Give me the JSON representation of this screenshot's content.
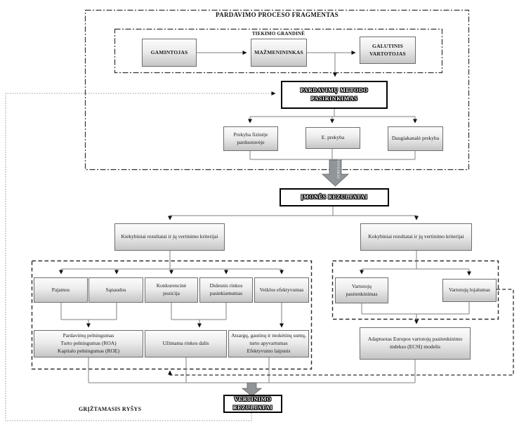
{
  "title": "PARDAVIMO PROCESO FRAGMENTAS",
  "supply_chain": {
    "label": "TIEKIMO GRANDINĖ",
    "producer": "GAMINTOJAS",
    "retailer": "MAŽMENININKAS",
    "consumer": "GALUTINIS VARTOTOJAS"
  },
  "method_selection": {
    "label": "PARDAVIMŲ METODO PASIRINKIMAS"
  },
  "channels": [
    "Prekyba fizinėje parduotuvėje",
    "E. prekyba",
    "Daugiakanalė prekyba"
  ],
  "impact_arrow_label": "POVEIKIS",
  "company_results": {
    "label": "ĮMONĖS REZULTATAI"
  },
  "branches": {
    "quantitative_label": "Kiekybiniai rezultatai ir jų vertinimo kriterijai",
    "qualitative_label": "Kokybiniai rezultatai ir jų vertinimo kriterijai"
  },
  "quantitative": {
    "criteria": [
      "Pajamos",
      "Sąnaudos",
      "Konkurencinė pozicija",
      "Didesnis rinkos pasiekiamumas",
      "Veiklos efektyvumas"
    ],
    "metric_profitability_lines": [
      "Pardavimų pelningumas",
      "Turto pelningumas (ROA)",
      "Kapitalo pelningumas (ROE)"
    ],
    "metric_market_share": "Užimama rinkos dalis",
    "metric_efficiency_lines": [
      "Atsargų, gautinų ir mokėtinų sumų, turto apyvartumas",
      "Efektyvumo laipsnis"
    ]
  },
  "qualitative": {
    "satisfaction": "Vartotojų pasitenkinimas",
    "loyalty": "Vartotojų lojalumas",
    "ecsi_model": "Adaptuotas Europos vartotojų pasitenkinimo indekso (ECSI) modelis"
  },
  "evaluation_results": {
    "label": "VERTINIMO REZULTATAI"
  },
  "feedback_label": "GRĮŽTAMASIS RYŠYS",
  "colors": {
    "line": "#7f7f7f",
    "arrowhead": "#111111",
    "thick_arrow_fill": "#919598",
    "node_border": "#6e6e6e",
    "dashed_border": "#2b2b2b",
    "dotted_feedback": "#9e9e9e"
  }
}
